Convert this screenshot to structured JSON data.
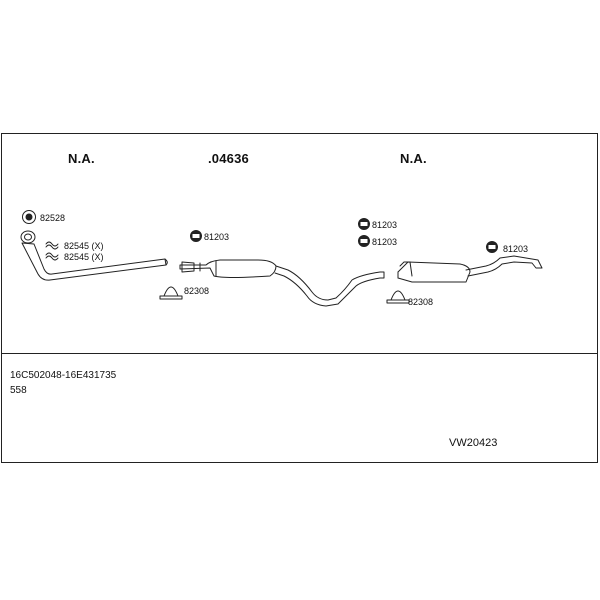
{
  "headers": {
    "left": "N.A.",
    "center": ".04636",
    "right": "N.A."
  },
  "parts": {
    "ring_front": "82528",
    "clip_top": "82545 (X)",
    "clip_bottom": "82545 (X)",
    "hanger_mid": "81203",
    "clamp_mid": "82308",
    "hanger_rear_top": "81203",
    "hanger_rear_bottom": "81203",
    "hanger_tail": "81203",
    "clamp_rear": "82308"
  },
  "footer": {
    "codes": "16C502048-16E431735",
    "number": "558",
    "article": "VW20423"
  },
  "colors": {
    "line": "#222222",
    "background": "#ffffff"
  }
}
